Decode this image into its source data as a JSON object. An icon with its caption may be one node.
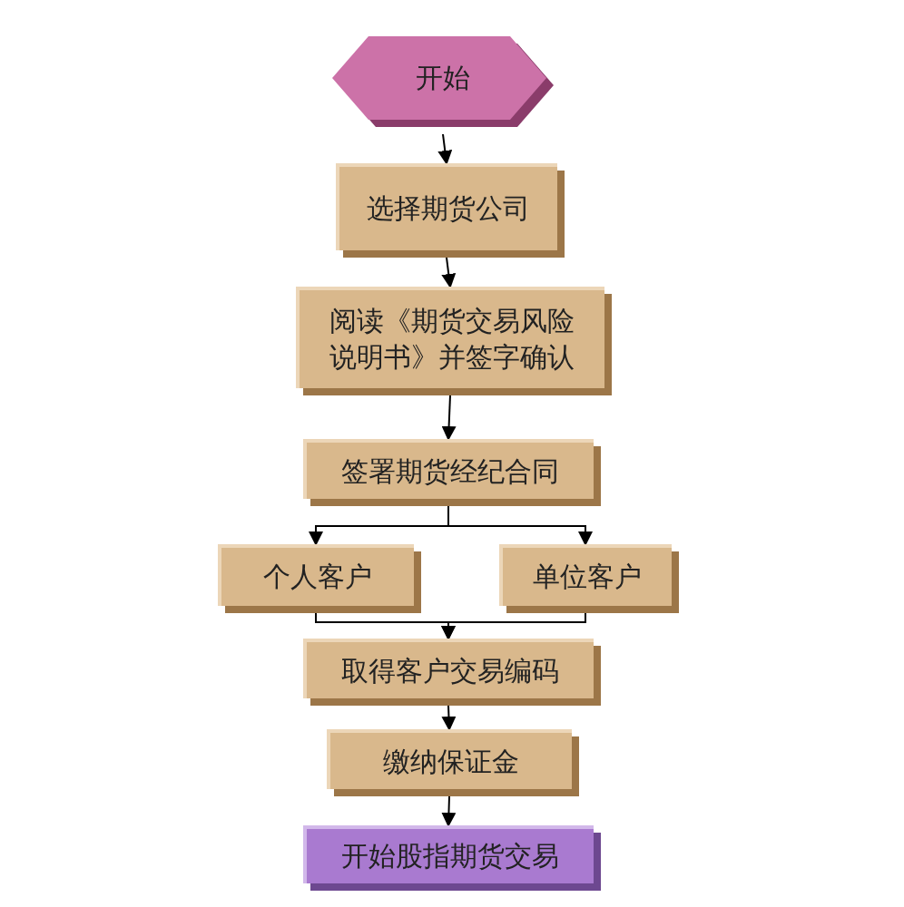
{
  "diagram": {
    "nodes": [
      {
        "text": [
          "开始"
        ]
      },
      {
        "text": [
          "选择期货公司"
        ]
      },
      {
        "text": [
          "阅读《期货交易风险说明书》并签字确认"
        ]
      },
      {
        "text": [
          "签署期货经纪合同"
        ]
      },
      {
        "text": [
          "个人客户"
        ]
      },
      {
        "text": [
          "单位客户"
        ]
      },
      {
        "text": [
          "取得客户交易编码"
        ]
      },
      {
        "text": [
          "缴纳保证金"
        ]
      },
      {
        "text": [
          "开始股指期货交易"
        ]
      }
    ],
    "edges": [
      {
        "from": 0,
        "to": 1,
        "arrow": "to"
      },
      {
        "from": 1,
        "to": 2,
        "arrow": "to"
      },
      {
        "from": 2,
        "to": 3,
        "arrow": "to"
      },
      {
        "from": 3,
        "to": 4,
        "arrow": "to"
      },
      {
        "from": 3,
        "to": 5,
        "arrow": "to"
      },
      {
        "from": 4,
        "to": 6,
        "arrow": "to"
      },
      {
        "from": 5,
        "to": 6,
        "arrow": "to"
      },
      {
        "from": 6,
        "to": 7,
        "arrow": "to"
      },
      {
        "from": 7,
        "to": 8,
        "arrow": "to"
      }
    ]
  }
}
